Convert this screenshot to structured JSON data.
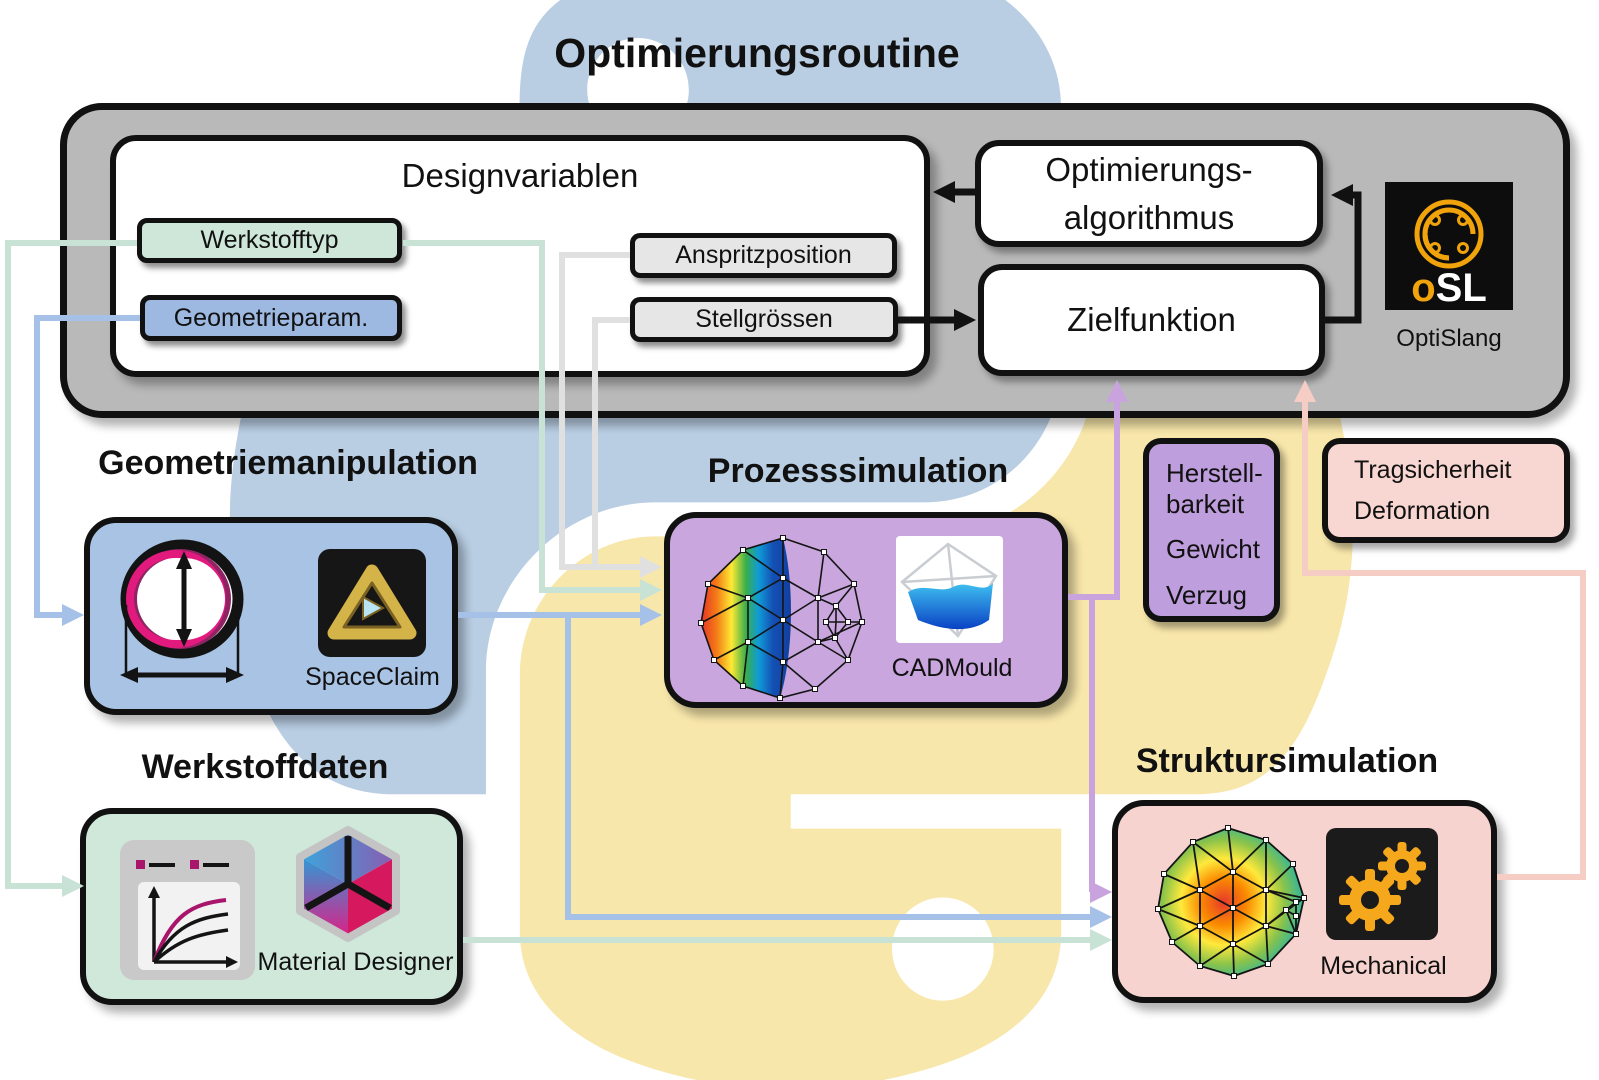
{
  "title": "Optimierungsroutine",
  "designvariablen": {
    "title": "Designvariablen",
    "chips": [
      {
        "label": "Werkstofftyp",
        "color": "#cfe7d9"
      },
      {
        "label": "Geometrieparam.",
        "color": "#9db9e2"
      },
      {
        "label": "Anspritzposition",
        "color": "#e6e6e6"
      },
      {
        "label": "Stellgrössen",
        "color": "#e6e6e6"
      }
    ]
  },
  "optimizer": {
    "line1": "Optimierungs-",
    "line2": "algorithmus"
  },
  "objective": {
    "label": "Zielfunktion"
  },
  "optislang": {
    "logo_o": "o",
    "logo_sl": "SL",
    "caption": "OptiSlang"
  },
  "sections": {
    "geometry": {
      "heading": "Geometriemanipulation",
      "tool": "SpaceClaim"
    },
    "process": {
      "heading": "Prozesssimulation",
      "tool": "CADMould"
    },
    "material": {
      "heading": "Werkstoffdaten",
      "tool": "Material Designer"
    },
    "structure": {
      "heading": "Struktursimulation",
      "tool": "Mechanical"
    }
  },
  "outputs": {
    "process": {
      "line1": "Herstell-",
      "line2": "barkeit",
      "line3": "Gewicht",
      "line4": "Verzug"
    },
    "structure": {
      "line1": "Tragsicherheit",
      "line2": "Deformation"
    }
  },
  "colors": {
    "panel_gray": "#b9b9b9",
    "chip_green": "#cfe7d9",
    "chip_blue": "#9db9e2",
    "chip_gray": "#e6e6e6",
    "geometry_box": "#a9c3e5",
    "process_box": "#c9a6de",
    "material_box": "#cfe8da",
    "structure_box": "#f6d3ce",
    "output_purple": "#bf9edd",
    "output_pink": "#f8d7d2",
    "wire_green": "#c8e2d5",
    "wire_blue": "#a6c1e8",
    "wire_gray": "#e0e0e0",
    "wire_purple": "#c9a3de",
    "wire_pink": "#f5cdc5",
    "python_blue": "#b9cee3",
    "python_yellow": "#f8e7ab",
    "optislang_orange": "#f0a30a",
    "gear_orange": "#f5a81c"
  }
}
